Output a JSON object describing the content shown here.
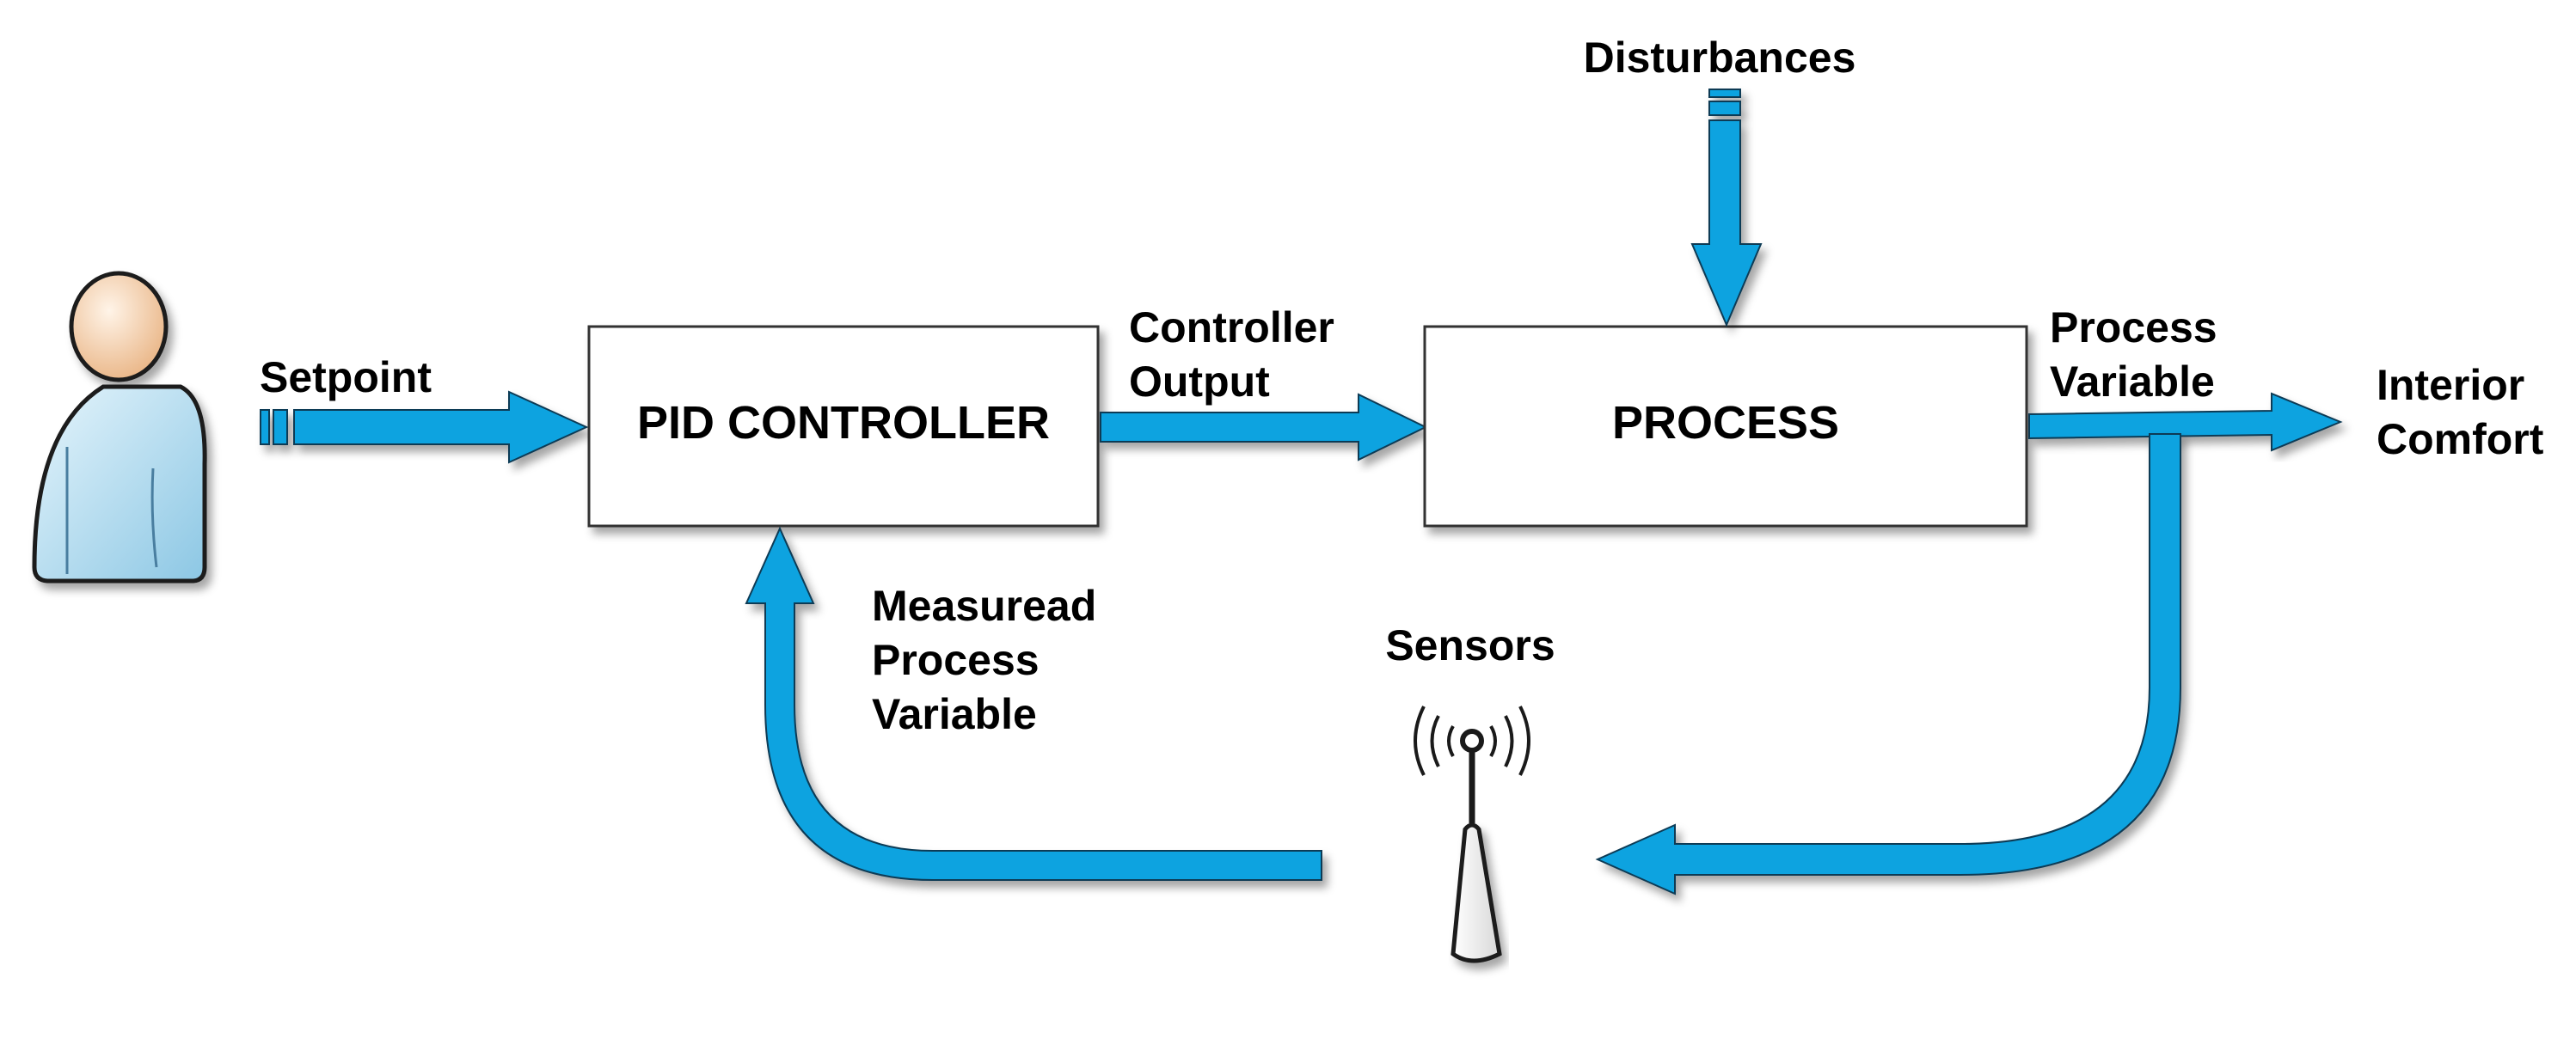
{
  "colors": {
    "arrow": "#0aa3e0",
    "arrow_stroke": "#0a3a55",
    "box_fill": "#ffffff",
    "box_stroke": "#333333",
    "person_skin": "#f7d3ae",
    "person_body": "#c9e8f6"
  },
  "icons": {
    "user": "person-icon",
    "sensor": "antenna-icon"
  },
  "blocks": {
    "pid": "PID CONTROLLER",
    "process": "PROCESS"
  },
  "labels": {
    "setpoint": "Setpoint",
    "controller_output": [
      "Controller",
      "Output"
    ],
    "disturbances": "Disturbances",
    "process_variable": [
      "Process",
      "Variable"
    ],
    "interior_comfort": [
      "Interior",
      "Comfort"
    ],
    "measured_variable": [
      "Measuread",
      "Process",
      "Variable"
    ],
    "sensors": "Sensors"
  }
}
